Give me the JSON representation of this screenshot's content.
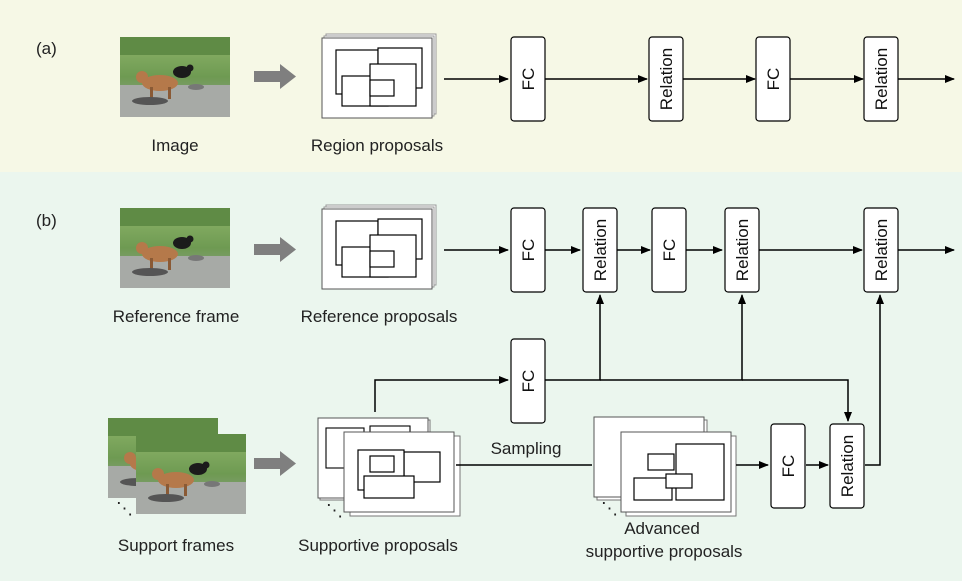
{
  "panels": {
    "a": {
      "label": "(a)",
      "image_caption": "Image",
      "proposals_caption": "Region proposals",
      "blocks": [
        "FC",
        "Relation",
        "FC",
        "Relation"
      ]
    },
    "b": {
      "label": "(b)",
      "reference_caption": "Reference frame",
      "reference_proposals_caption": "Reference proposals",
      "support_caption": "Support frames",
      "supportive_proposals_caption": "Supportive proposals",
      "sampling_label": "Sampling",
      "advanced_caption_line1": "Advanced",
      "advanced_caption_line2": "supportive proposals",
      "ellipsis": "⋱",
      "top_blocks": [
        "FC",
        "Relation",
        "FC",
        "Relation",
        "Relation"
      ],
      "middle_block": "FC",
      "bottom_blocks": [
        "FC",
        "Relation"
      ]
    }
  },
  "colors": {
    "panel_a_bg": "#f6f8e6",
    "panel_b_bg": "#ebf6ee",
    "gray_arrow": "#7f7f7f"
  }
}
